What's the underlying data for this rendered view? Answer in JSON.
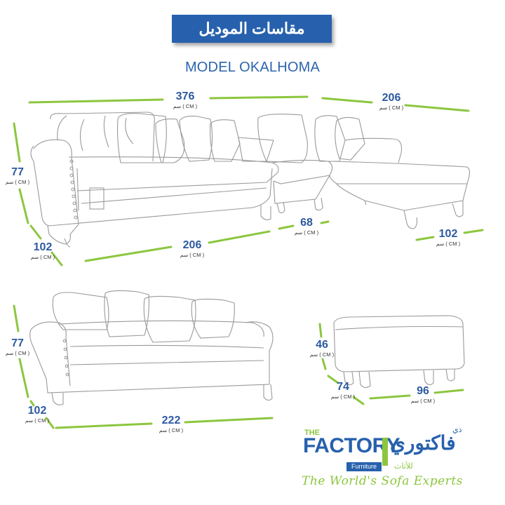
{
  "header": {
    "title": "مقاسات الموديل",
    "model": "MODEL OKALHOMA"
  },
  "unit_label": "سم ( CM )",
  "dimensions": {
    "sectional_width": "376",
    "sectional_chaise_width": "206",
    "sectional_height": "77",
    "sectional_depth": "102",
    "sectional_base": "206",
    "sectional_mid": "68",
    "sectional_chaise_depth": "102",
    "sofa_height": "77",
    "sofa_depth": "102",
    "sofa_width": "222",
    "ottoman_height": "46",
    "ottoman_depth": "74",
    "ottoman_width": "96"
  },
  "logo": {
    "the": "THE",
    "factory": "FACTORY",
    "arabic": "فاكتوري",
    "arabic_small": "ذي",
    "furniture": "Furniture",
    "furniture_ar": "للأثاث",
    "tagline": "The World's Sofa Experts"
  },
  "colors": {
    "accent_blue": "#2761ad",
    "accent_green": "#8cc63f",
    "sketch": "#9a9a9a"
  }
}
